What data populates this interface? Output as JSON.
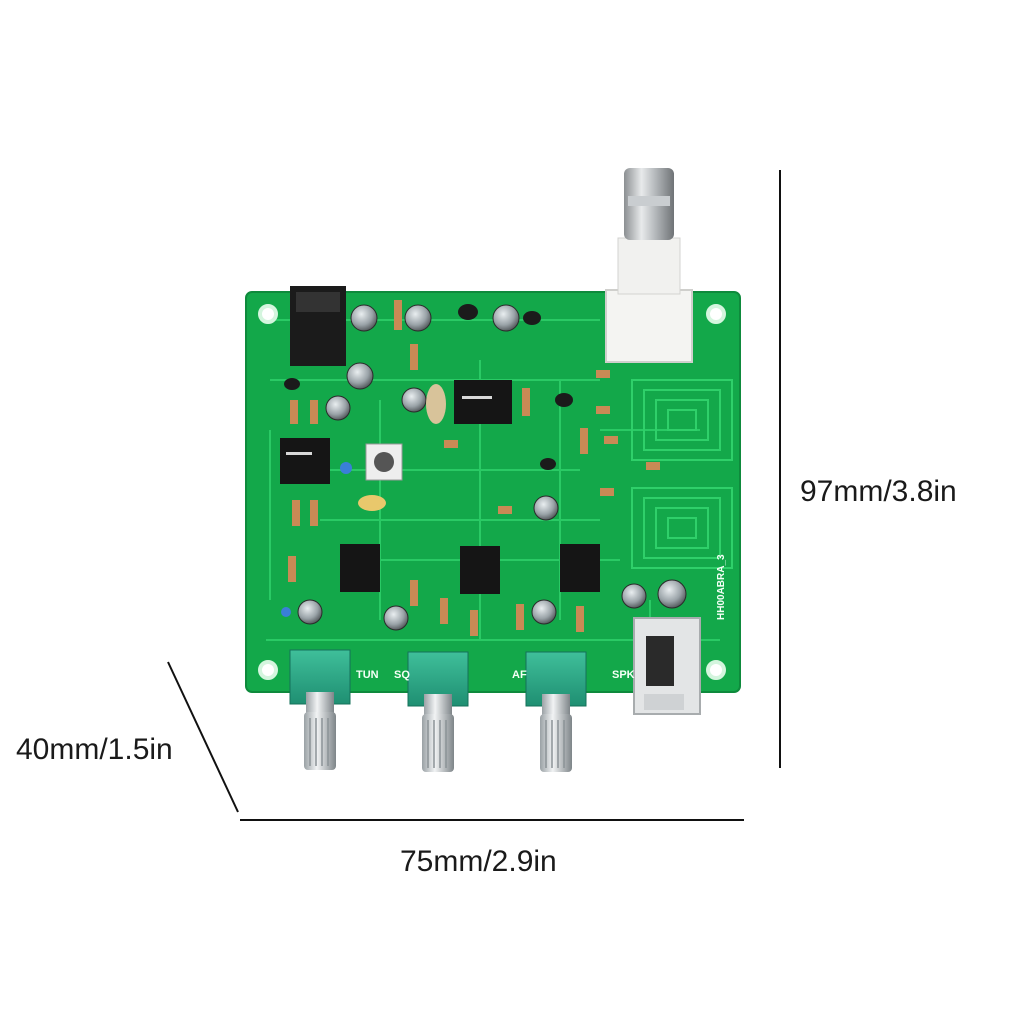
{
  "dimensions": {
    "height": "97mm/3.8in",
    "depth": "40mm/1.5in",
    "width": "75mm/2.9in"
  },
  "board": {
    "silkscreen": {
      "tun": "TUN",
      "sq": "SQ",
      "af": "AF",
      "spk": "SPK",
      "board_id": "HH00ABRA_3"
    },
    "components": {
      "knobs": [
        "TUN",
        "SQ",
        "AF"
      ],
      "connectors": [
        "BNC antenna jack",
        "DC power jack",
        "audio jack"
      ]
    }
  },
  "colors": {
    "pcb": "#13a84a",
    "pcb_trace": "#2fd06a",
    "background": "#ffffff",
    "dimension_line": "#111111"
  }
}
